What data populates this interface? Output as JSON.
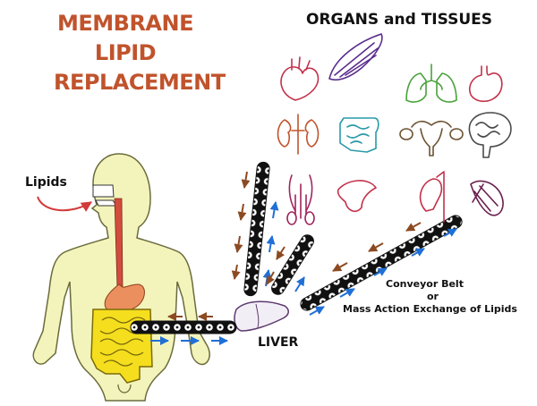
{
  "title_lines": [
    "MEMBRANE",
    "LIPID",
    "REPLACEMENT"
  ],
  "organs_title": "ORGANS and TISSUES",
  "labels": {
    "lipids": "Lipids",
    "liver": "LIVER",
    "conveyor_line1": "Conveyor Belt",
    "conveyor_line2": "or",
    "conveyor_line3": "Mass Action Exchange of Lipids"
  },
  "colors": {
    "title": "#c0532c",
    "body": "#f3f4bb",
    "intestine": "#f5de1e",
    "stomach": "#ec8f5e",
    "esophagus": "#d24b3c",
    "arrow_blue": "#1f6fd6",
    "arrow_brown": "#8c4a22",
    "lipids_arrow": "#d33a3a"
  },
  "organ_icons": [
    "heart-icon",
    "muscle-icon",
    "lungs-icon",
    "stomach-icon",
    "kidneys-icon",
    "intestines-icon",
    "uterus-icon",
    "brain-icon",
    "male-reproductive-icon",
    "pancreas-icon",
    "gallbladder-icon",
    "spleen-icon"
  ]
}
